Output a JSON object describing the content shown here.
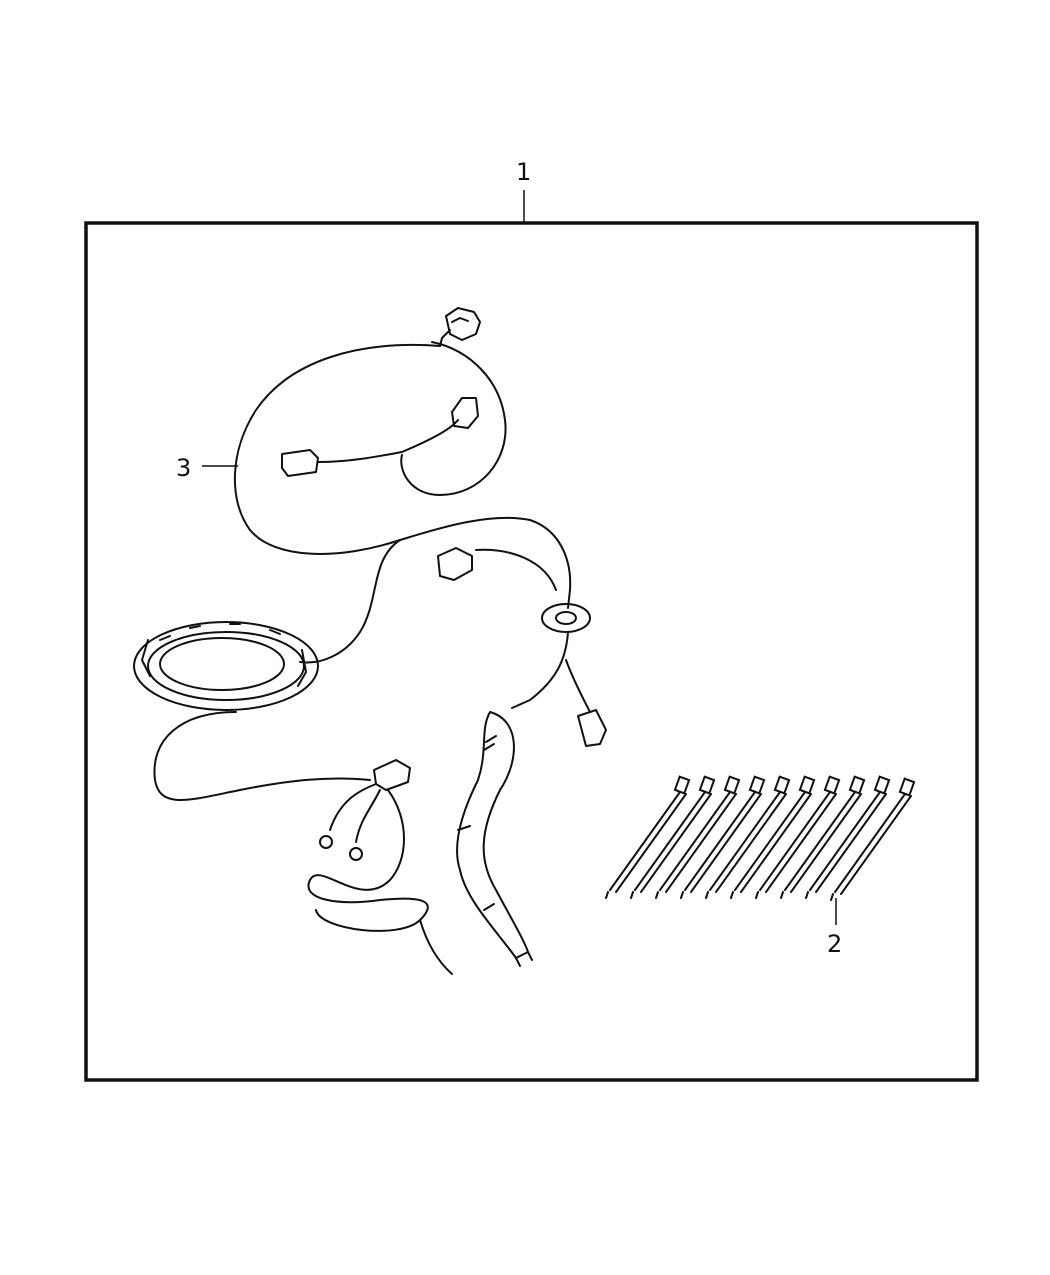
{
  "callouts": {
    "kit": "1",
    "cable_ties": "2",
    "wiring_harness": "3"
  },
  "colors": {
    "line": "#111111",
    "background": "#ffffff"
  }
}
